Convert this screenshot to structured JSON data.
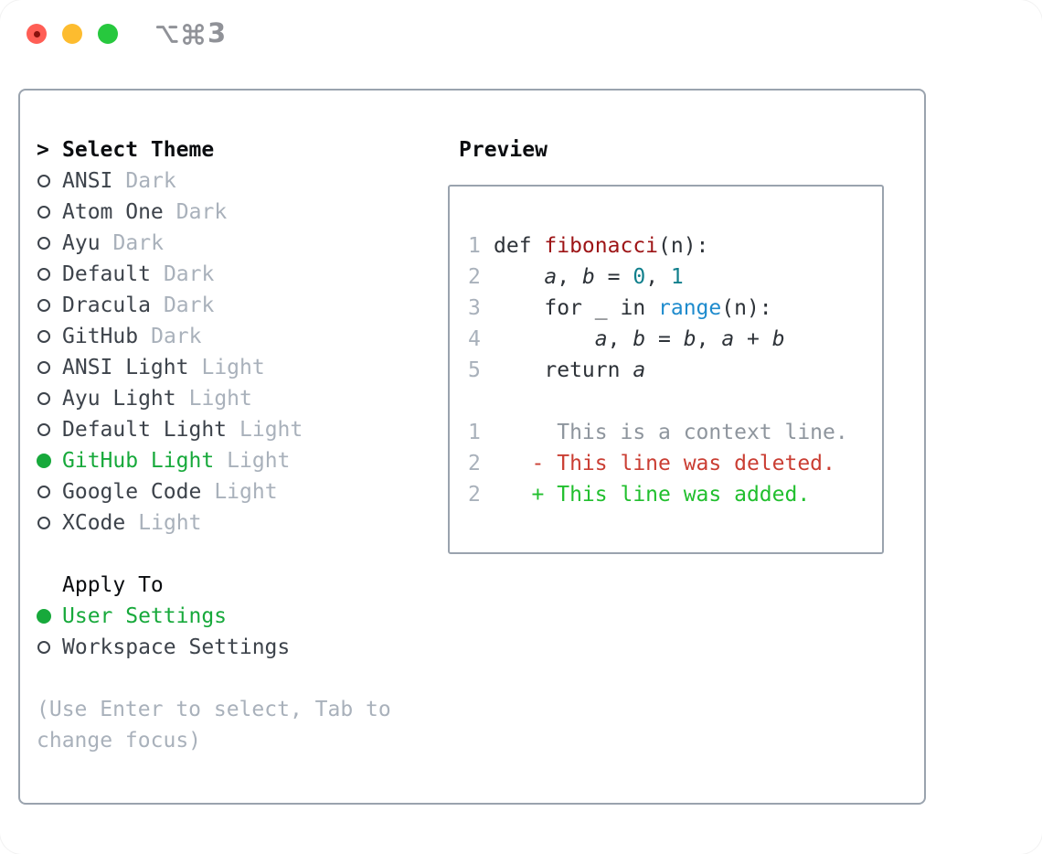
{
  "window": {
    "shortcut": "⌥⌘3",
    "shortcut_number": "3",
    "shortcut_icons": [
      "option-icon",
      "command-icon"
    ],
    "traffic_lights": [
      "close",
      "minimize",
      "zoom"
    ]
  },
  "theme_panel": {
    "header": {
      "marker": ">",
      "label": "Select Theme"
    },
    "themes": [
      {
        "name": "ANSI",
        "variant": "Dark",
        "selected": false
      },
      {
        "name": "Atom One",
        "variant": "Dark",
        "selected": false
      },
      {
        "name": "Ayu",
        "variant": "Dark",
        "selected": false
      },
      {
        "name": "Default",
        "variant": "Dark",
        "selected": false
      },
      {
        "name": "Dracula",
        "variant": "Dark",
        "selected": false
      },
      {
        "name": "GitHub",
        "variant": "Dark",
        "selected": false
      },
      {
        "name": "ANSI Light",
        "variant": "Light",
        "selected": false
      },
      {
        "name": "Ayu Light",
        "variant": "Light",
        "selected": false
      },
      {
        "name": "Default Light",
        "variant": "Light",
        "selected": false
      },
      {
        "name": "GitHub Light",
        "variant": "Light",
        "selected": true
      },
      {
        "name": "Google Code",
        "variant": "Light",
        "selected": false
      },
      {
        "name": "XCode",
        "variant": "Light",
        "selected": false
      }
    ],
    "apply_to": {
      "label": "Apply To",
      "options": [
        {
          "name": "User Settings",
          "selected": true
        },
        {
          "name": "Workspace Settings",
          "selected": false
        }
      ]
    },
    "hint_lines": [
      "(Use Enter to select, Tab to",
      "change focus)"
    ]
  },
  "preview": {
    "label": "Preview",
    "blocks": [
      {
        "kind": "code",
        "lines": [
          {
            "num": "1",
            "segs": [
              {
                "t": "def ",
                "c": "text"
              },
              {
                "t": "fibonacci",
                "c": "function"
              },
              {
                "t": "(n):",
                "c": "text"
              }
            ]
          },
          {
            "num": "2",
            "segs": [
              {
                "t": "    ",
                "c": "text"
              },
              {
                "t": "a",
                "c": "var"
              },
              {
                "t": ", ",
                "c": "text"
              },
              {
                "t": "b",
                "c": "var"
              },
              {
                "t": " = ",
                "c": "text"
              },
              {
                "t": "0",
                "c": "number"
              },
              {
                "t": ", ",
                "c": "text"
              },
              {
                "t": "1",
                "c": "number"
              }
            ]
          },
          {
            "num": "3",
            "segs": [
              {
                "t": "    for _ in ",
                "c": "text"
              },
              {
                "t": "range",
                "c": "builtin"
              },
              {
                "t": "(n):",
                "c": "text"
              }
            ]
          },
          {
            "num": "4",
            "segs": [
              {
                "t": "        ",
                "c": "text"
              },
              {
                "t": "a",
                "c": "var"
              },
              {
                "t": ", ",
                "c": "text"
              },
              {
                "t": "b",
                "c": "var"
              },
              {
                "t": " = ",
                "c": "text"
              },
              {
                "t": "b",
                "c": "var"
              },
              {
                "t": ", ",
                "c": "text"
              },
              {
                "t": "a",
                "c": "var"
              },
              {
                "t": " + ",
                "c": "text"
              },
              {
                "t": "b",
                "c": "var"
              }
            ]
          },
          {
            "num": "5",
            "segs": [
              {
                "t": "    return ",
                "c": "text"
              },
              {
                "t": "a",
                "c": "var"
              }
            ]
          }
        ]
      },
      {
        "kind": "diff",
        "lines": [
          {
            "num": "1",
            "segs": [
              {
                "t": "     This is a context line.",
                "c": "context"
              }
            ]
          },
          {
            "num": "2",
            "segs": [
              {
                "t": "   - This line was deleted.",
                "c": "deleted"
              }
            ]
          },
          {
            "num": "2",
            "segs": [
              {
                "t": "   + This line was added.",
                "c": "added"
              }
            ]
          }
        ]
      }
    ]
  },
  "colors": {
    "accent_green": "#17a93b",
    "diff_green": "#21bf2e",
    "diff_red": "#ca3e33",
    "func_red": "#9d1416",
    "builtin_blue": "#1e8bcd",
    "number_teal": "#107f8c",
    "code_text": "#2d3238",
    "context_gray": "#8e959d",
    "line_number": "#a9b1bb",
    "item_text": "#3d434b",
    "muted": "#a9b1bb",
    "header_text": "#0b0d10",
    "border_gray": "#9aa3ae",
    "titlebar_gray": "#909298",
    "traffic_red": "#ff5e55",
    "traffic_red_dot": "#8a120d",
    "traffic_yellow": "#fdbc2f",
    "traffic_green": "#27c83e"
  }
}
